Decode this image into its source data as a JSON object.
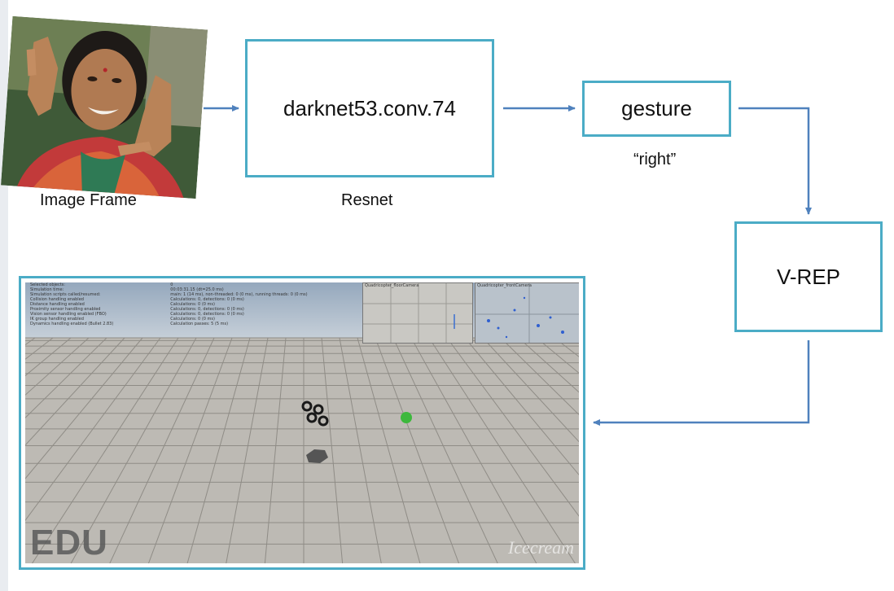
{
  "diagram": {
    "image_frame_caption": "Image Frame",
    "backbone_box_label": "darknet53.conv.74",
    "backbone_caption": "Resnet",
    "gesture_box_label": "gesture",
    "gesture_value_caption": "“right”",
    "simulator_box_label": "V-REP"
  },
  "simulator_view": {
    "hud_labels": [
      "Selected objects:",
      "Simulation time:",
      "Simulation scripts called/resumed:",
      "Collision handling enabled",
      "Distance handling enabled",
      "Proximity sensor handling enabled",
      "Vision sensor handling enabled (FBO)",
      "IK group handling enabled",
      "Dynamics handling enabled (Bullet 2.83)"
    ],
    "hud_values": [
      "0",
      "00:03:31.15 (dt=25.0 ms)",
      "main: 1 (14 ms), non-threaded: 0 (0 ms), running threads: 0 (0 ms)",
      "Calculations: 0, detections: 0 (0 ms)",
      "Calculations: 0 (0 ms)",
      "Calculations: 0, detections: 0 (0 ms)",
      "Calculations: 0, detections: 0 (0 ms)",
      "Calculations: 0 (0 ms)",
      "Calculation passes: 5 (5 ms)"
    ],
    "camera_1_title": "Quadricopter_floorCamera",
    "camera_2_title": "Quadricopter_frontCamera",
    "edu_badge": "EDU",
    "watermark_text": "Icecream"
  },
  "colors": {
    "box_border": "#4bacc6",
    "arrow": "#4f81bd",
    "target_sphere": "#3db83d"
  }
}
